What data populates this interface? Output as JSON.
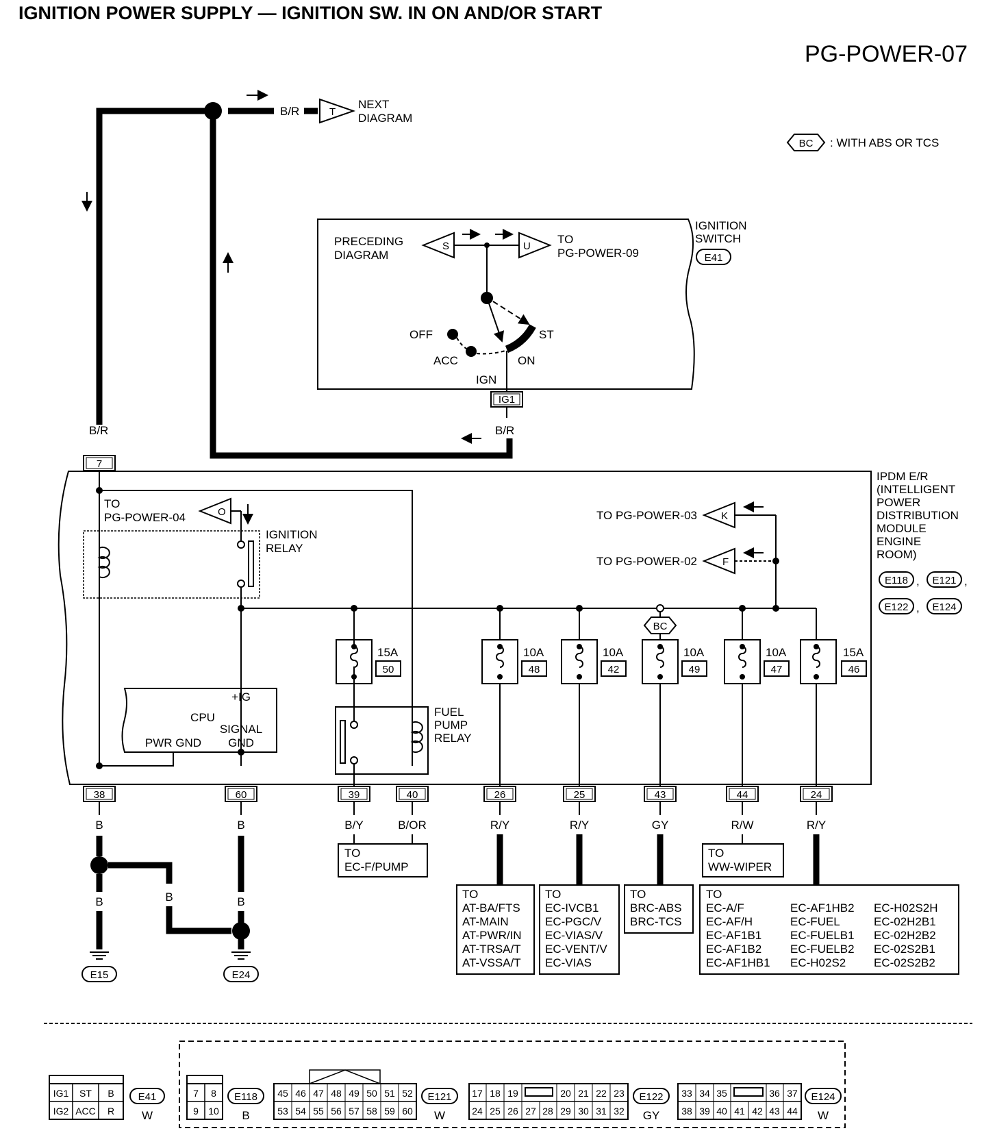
{
  "header": {
    "title": "IGNITION POWER SUPPLY — IGNITION SW. IN ON AND/OR START",
    "page_code": "PG-POWER-07"
  },
  "legend": {
    "symbol": "BC",
    "text": ": WITH ABS OR TCS"
  },
  "next_diagram": {
    "wire": "B/R",
    "connector": "T",
    "label": [
      "NEXT",
      "DIAGRAM"
    ]
  },
  "ignition_switch": {
    "title": [
      "IGNITION",
      "SWITCH"
    ],
    "connector": "E41",
    "preceding_label": [
      "PRECEDING",
      "DIAGRAM"
    ],
    "preceding_connector": "S",
    "to_connector": "U",
    "to_label": [
      "TO",
      "PG-POWER-09"
    ],
    "positions": {
      "off": "OFF",
      "acc": "ACC",
      "on": "ON",
      "st": "ST"
    },
    "ign_label": "IGN",
    "terminal": "IG1",
    "output_wire": "B/R"
  },
  "left_wire": "B/R",
  "terminal_7": "7",
  "ipdm": {
    "title": [
      "IPDM E/R",
      "(INTELLIGENT",
      "POWER",
      "DISTRIBUTION",
      "MODULE",
      "ENGINE",
      "ROOM)"
    ],
    "connectors": [
      "E118",
      "E121",
      "E122",
      "E124"
    ],
    "to_pg04_label": [
      "TO",
      "PG-POWER-04"
    ],
    "to_pg04_connector": "O",
    "ignition_relay": [
      "IGNITION",
      "RELAY"
    ],
    "to_pg03": {
      "label": "TO PG-POWER-03",
      "connector": "K"
    },
    "to_pg02": {
      "label": "TO PG-POWER-02",
      "connector": "F"
    },
    "cpu": {
      "ig": "+IG",
      "cpu": "CPU",
      "signal": "SIGNAL",
      "gnd": "GND",
      "pwr_gnd": "PWR GND"
    },
    "fuel_pump_relay": [
      "FUEL",
      "PUMP",
      "RELAY"
    ],
    "bc_symbol": "BC",
    "fuses": [
      {
        "amp": "15A",
        "num": "50"
      },
      {
        "amp": "10A",
        "num": "48"
      },
      {
        "amp": "10A",
        "num": "42"
      },
      {
        "amp": "10A",
        "num": "49"
      },
      {
        "amp": "10A",
        "num": "47"
      },
      {
        "amp": "15A",
        "num": "46"
      }
    ]
  },
  "terminals": [
    {
      "num": "38",
      "wire": "B"
    },
    {
      "num": "60",
      "wire": "B"
    },
    {
      "num": "39",
      "wire": "B/Y"
    },
    {
      "num": "40",
      "wire": "B/OR"
    },
    {
      "num": "26",
      "wire": "R/Y"
    },
    {
      "num": "25",
      "wire": "R/Y"
    },
    {
      "num": "43",
      "wire": "GY"
    },
    {
      "num": "44",
      "wire": "R/W"
    },
    {
      "num": "24",
      "wire": "R/Y"
    }
  ],
  "grounds": {
    "wire_e15": "B",
    "wire_mid": "B",
    "wire_e24": "B",
    "e15": "E15",
    "e24": "E24"
  },
  "destinations": {
    "fpump": [
      "TO",
      "EC-F/PUMP"
    ],
    "wiper": [
      "TO",
      "WW-WIPER"
    ],
    "at": [
      "TO",
      "AT-BA/FTS",
      "AT-MAIN",
      "AT-PWR/IN",
      "AT-TRSA/T",
      "AT-VSSA/T"
    ],
    "ec": [
      "TO",
      "EC-IVCB1",
      "EC-PGC/V",
      "EC-VIAS/V",
      "EC-VENT/V",
      "EC-VIAS"
    ],
    "brc": [
      "TO",
      "BRC-ABS",
      "BRC-TCS"
    ],
    "big_col1": [
      "TO",
      "EC-A/F",
      "EC-AF/H",
      "EC-AF1B1",
      "EC-AF1B2",
      "EC-AF1HB1"
    ],
    "big_col2": [
      "EC-AF1HB2",
      "EC-FUEL",
      "EC-FUELB1",
      "EC-FUELB2",
      "EC-H02S2"
    ],
    "big_col3": [
      "EC-H02S2H",
      "EC-02H2B1",
      "EC-02H2B2",
      "EC-02S2B1",
      "EC-02S2B2"
    ]
  },
  "connector_views": {
    "e41": {
      "rows": [
        [
          "IG1",
          "ST",
          "B"
        ],
        [
          "IG2",
          "ACC",
          "R"
        ]
      ],
      "id": "E41",
      "color": "W"
    },
    "e118": {
      "rows": [
        [
          "7",
          "8"
        ],
        [
          "9",
          "10"
        ]
      ],
      "id": "E118",
      "color": "B"
    },
    "e121": {
      "rows": [
        [
          "45",
          "46",
          "47",
          "48",
          "49",
          "50",
          "51",
          "52"
        ],
        [
          "53",
          "54",
          "55",
          "56",
          "57",
          "58",
          "59",
          "60"
        ]
      ],
      "id": "E121",
      "color": "W"
    },
    "e122": {
      "row1a": [
        "17",
        "18",
        "19"
      ],
      "row1b": [
        "20",
        "21",
        "22",
        "23"
      ],
      "row2": [
        "24",
        "25",
        "26",
        "27",
        "28",
        "29",
        "30",
        "31",
        "32"
      ],
      "id": "E122",
      "color": "GY"
    },
    "e124": {
      "row1a": [
        "33",
        "34",
        "35"
      ],
      "row1b": [
        "36",
        "37"
      ],
      "row2": [
        "38",
        "39",
        "40",
        "41",
        "42",
        "43",
        "44"
      ],
      "id": "E124",
      "color": "W"
    }
  }
}
